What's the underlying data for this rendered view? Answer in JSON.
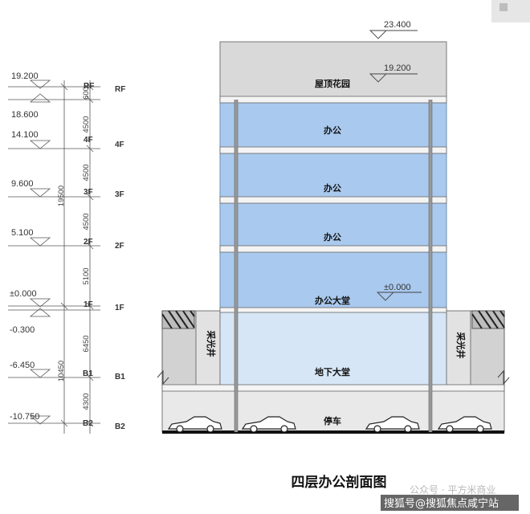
{
  "title": "四层办公剖面图",
  "levels": [
    {
      "elev": "19.200",
      "floor": "RF"
    },
    {
      "elev": "18.600",
      "floor": ""
    },
    {
      "elev": "14.100",
      "floor": "4F"
    },
    {
      "elev": "9.600",
      "floor": "3F"
    },
    {
      "elev": "5.100",
      "floor": "2F"
    },
    {
      "elev": "±0.000",
      "floor": "1F"
    },
    {
      "elev": "-0.300",
      "floor": ""
    },
    {
      "elev": "-6.450",
      "floor": "B1"
    },
    {
      "elev": "-10.750",
      "floor": "B2"
    }
  ],
  "dims": [
    "600",
    "4500",
    "4500",
    "4500",
    "5100",
    "6450",
    "4300"
  ],
  "total_dims": [
    "19500",
    "10450"
  ],
  "building": {
    "top_elev": "23.400",
    "roof_elev": "19.200",
    "ground_elev": "±0.000",
    "roof_label": "屋顶花园",
    "office_label": "办公",
    "lobby_label": "办公大堂",
    "basement_lobby_label": "地下大堂",
    "parking_label": "停车",
    "lightwell_label": "采光井"
  },
  "watermark": {
    "line1": "公众号 · 平方米商业",
    "line2": "搜狐号@搜狐焦点咸宁站"
  }
}
